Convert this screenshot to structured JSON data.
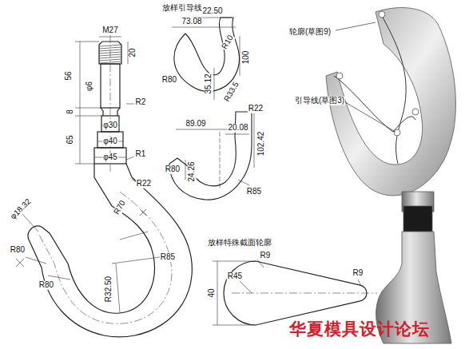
{
  "diagram": {
    "labels": [
      "M27",
      "20",
      "56",
      "φ6",
      "8",
      "R2",
      "φ30",
      "65",
      "φ40",
      "φ45",
      "R1",
      "R22",
      "R70",
      "φ18.32",
      "R80",
      "R80",
      "R85",
      "R32.50",
      "放样引导线",
      "22.50",
      "73.08",
      "R10",
      "100",
      "35.12",
      "R80",
      "R33.5",
      "R22",
      "89.09",
      "20.08",
      "102.42",
      "R80",
      "24.26",
      "R85",
      "放样特殊截面轮廓",
      "R9",
      "R45",
      "R9",
      "40",
      "轮廓(草图9)",
      "引导线(草图3)",
      "华夏模具设计论坛"
    ]
  }
}
